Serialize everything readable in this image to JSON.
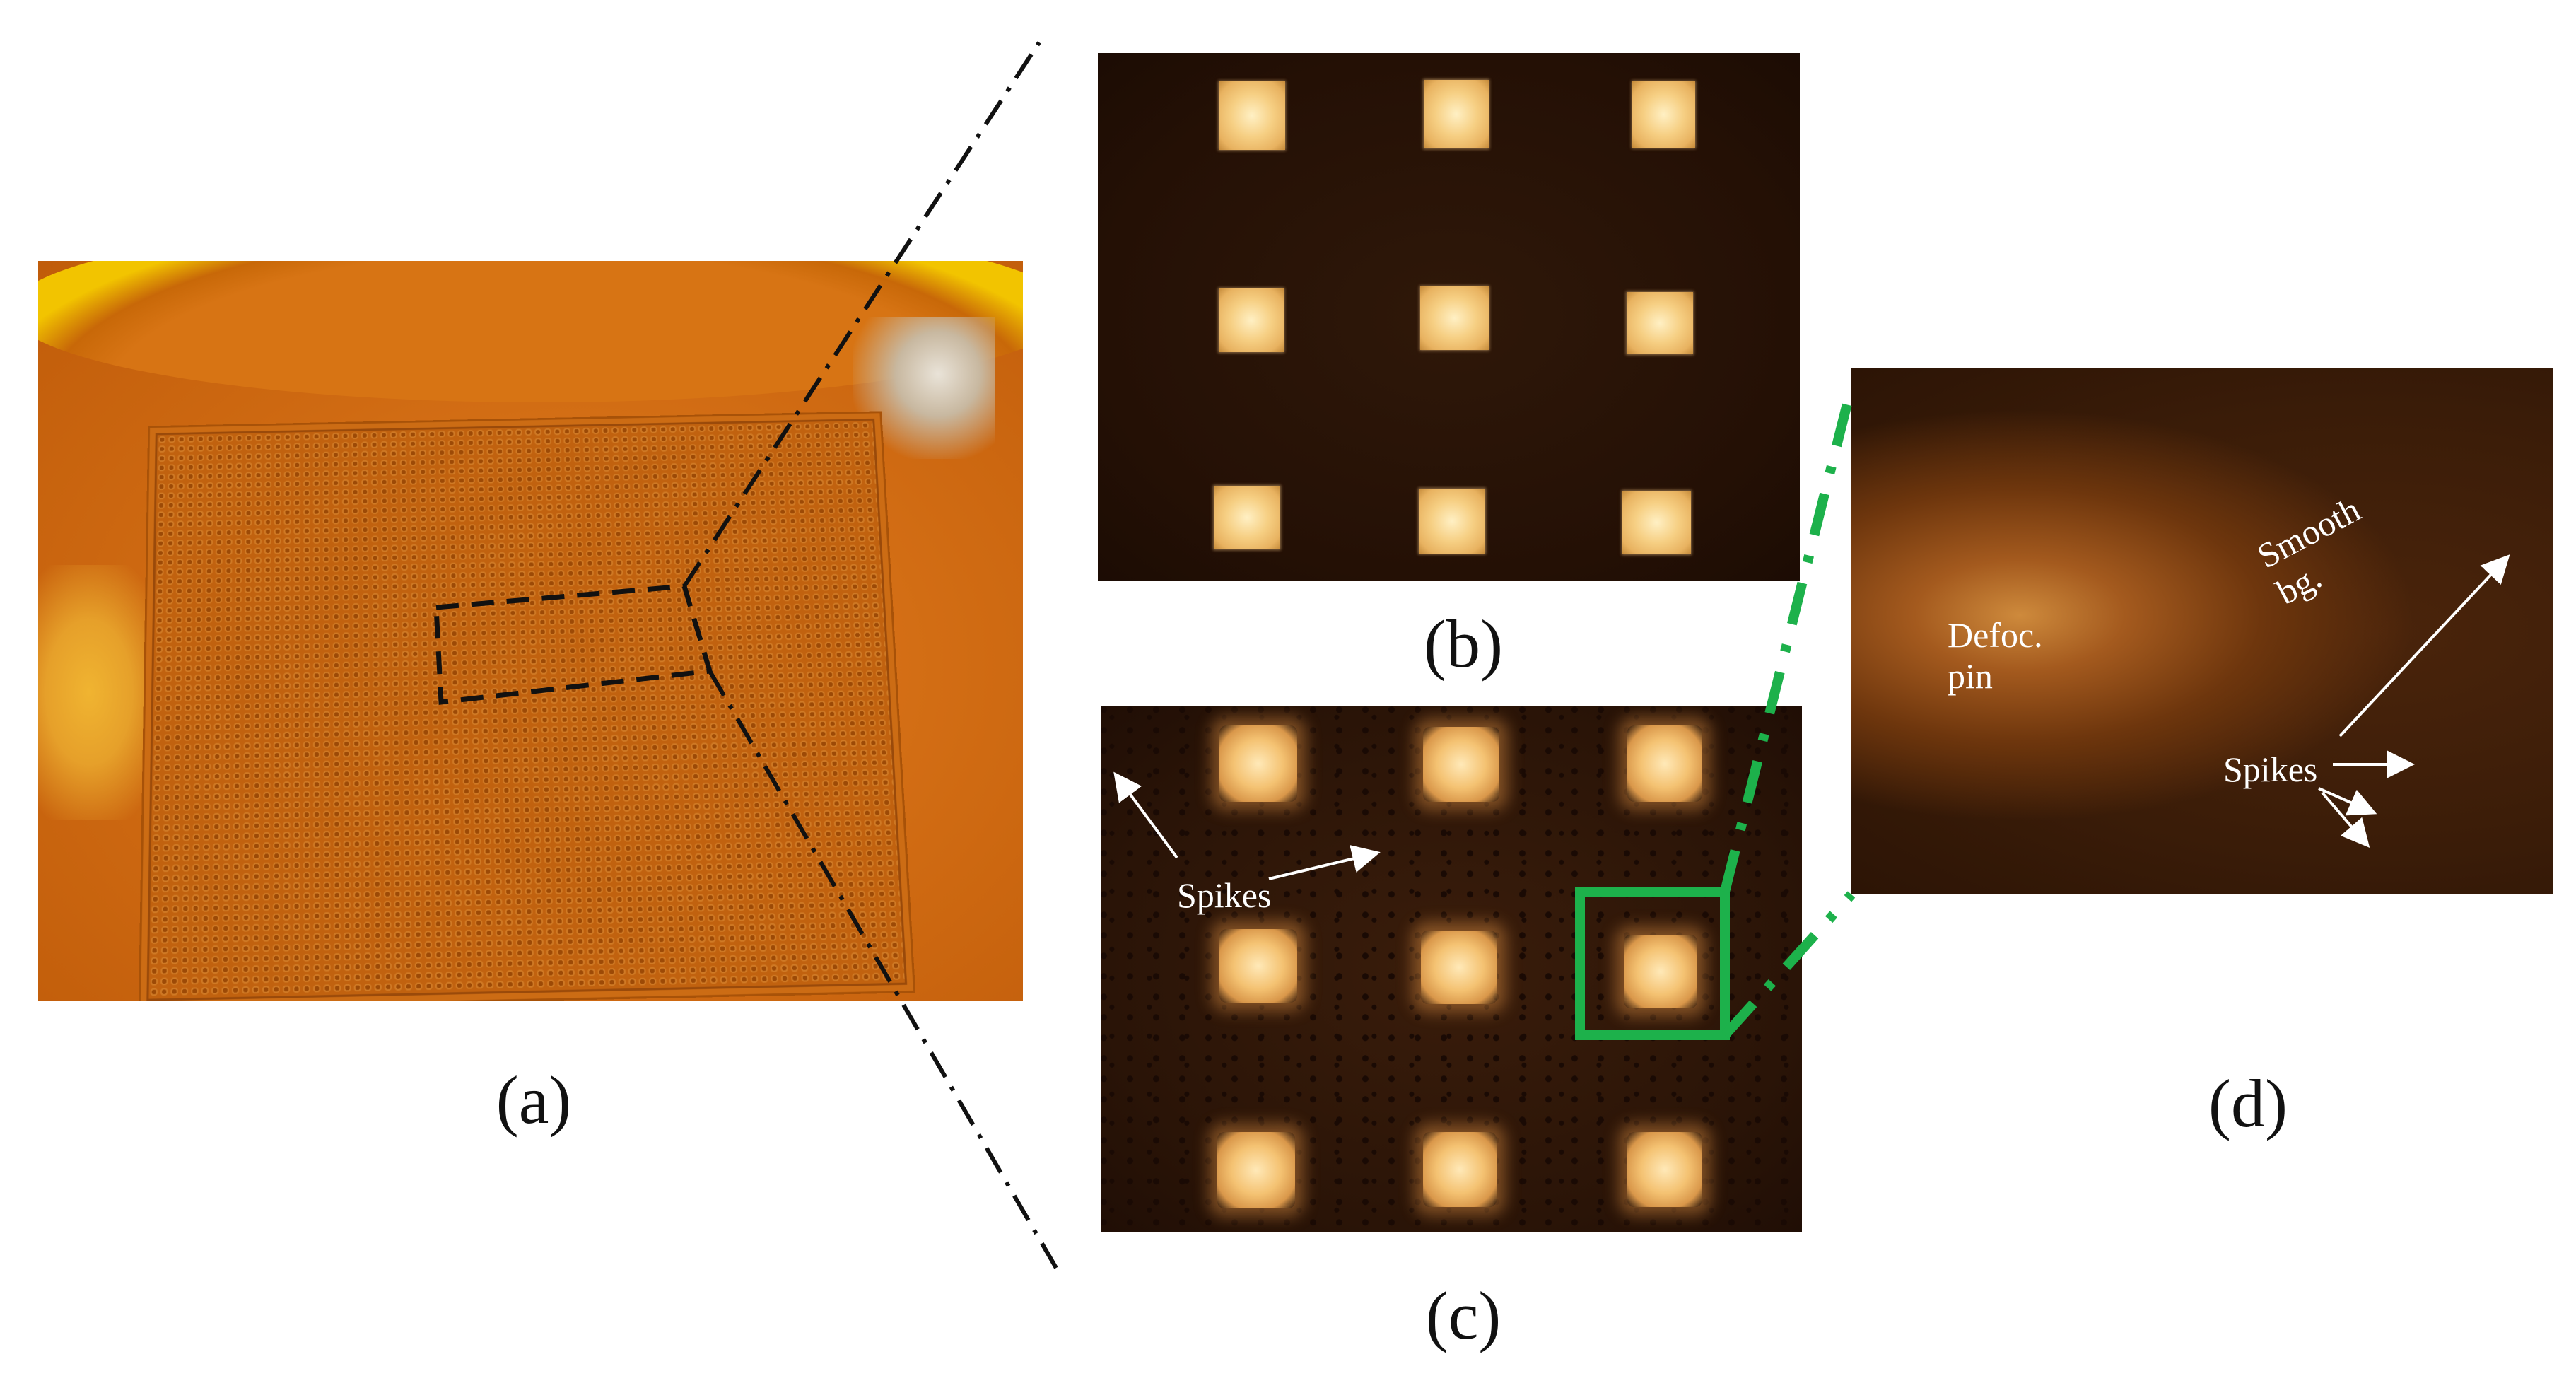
{
  "captions": {
    "a": "(a)",
    "b": "(b)",
    "c": "(c)",
    "d": "(d)"
  },
  "panel_c": {
    "spikes_label": "Spikes"
  },
  "panel_d": {
    "defoc_label": "Defoc.\npin",
    "smooth_label": "Smooth\nbg.",
    "spikes_label": "Spikes"
  },
  "colors": {
    "zoom_lines": "#111111",
    "highlight_box": "#1db14b",
    "annotation_text": "#ffffff"
  }
}
